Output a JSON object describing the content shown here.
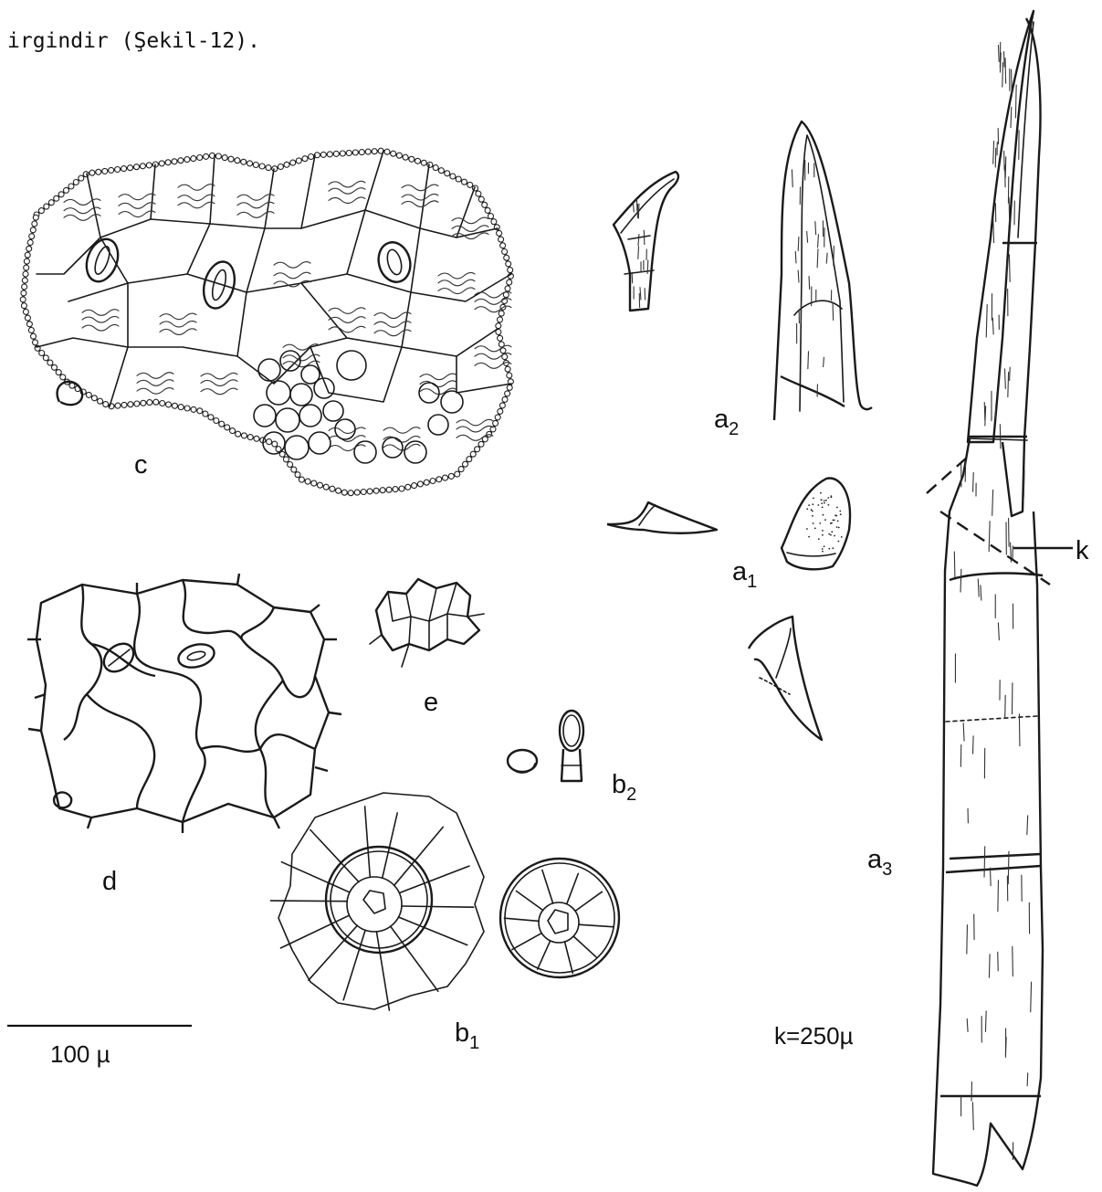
{
  "caption": "irgindir (Şekil-12).",
  "labels": {
    "c": "c",
    "d": "d",
    "e": "e",
    "a": "a",
    "b": "b",
    "k": "k",
    "sub1": "1",
    "sub2": "2",
    "sub3": "3"
  },
  "scale_bar": {
    "text": "100 µ"
  },
  "magnification": "k=250µ"
}
